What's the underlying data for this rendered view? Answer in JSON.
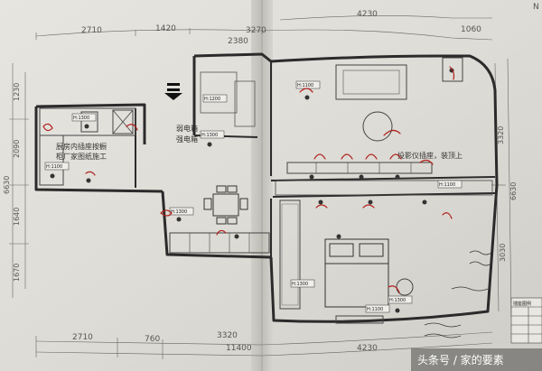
{
  "corner_label": "N",
  "dimensions_top": {
    "outer": [
      "4230",
      "1060"
    ],
    "mid": [
      "2710",
      "1420",
      "2380",
      "3270",
      "1060"
    ]
  },
  "dimensions_bottom": {
    "mid": [
      "2710",
      "760",
      "3320",
      "4230"
    ],
    "total": "11400"
  },
  "dimensions_left": [
    "1230",
    "2090",
    "1640",
    "1670"
  ],
  "dimensions_left_total": "6630",
  "dimensions_right": [
    "3320",
    "3030"
  ],
  "dimensions_right_total": "6630",
  "labels": {
    "weak_box": "弱电箱",
    "strong_box": "强电箱",
    "kitchen_note_1": "厨房内插座按橱",
    "kitchen_note_2": "柜厂家图纸施工",
    "projector_note": "投影仪插座，装顶上"
  },
  "socket_tags": {
    "tag_1": "H:1300",
    "tag_2": "H:1100",
    "tag_3": "H:1300",
    "tag_4": "H:1200",
    "tag_5": "H:1300",
    "tag_6": "H:1100",
    "tag_7": "H:1100",
    "tag_8": "H:1300",
    "tag_9": "H:1100",
    "tag_10": "H:1300"
  },
  "legend": {
    "title": "插座图例"
  },
  "watermark": {
    "text": "头条号 / 家的要素"
  }
}
